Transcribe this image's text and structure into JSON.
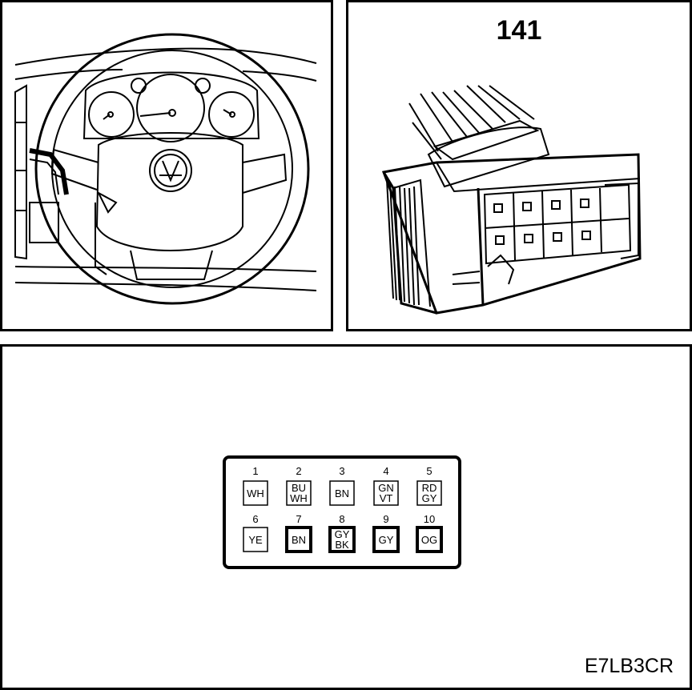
{
  "connector": {
    "number": "141"
  },
  "figure_code": "E7LB3CR",
  "pins": [
    {
      "num": "1",
      "colors": [
        "WH"
      ],
      "bold": false
    },
    {
      "num": "2",
      "colors": [
        "BU",
        "WH"
      ],
      "bold": false
    },
    {
      "num": "3",
      "colors": [
        "BN"
      ],
      "bold": false
    },
    {
      "num": "4",
      "colors": [
        "GN",
        "VT"
      ],
      "bold": false
    },
    {
      "num": "5",
      "colors": [
        "RD",
        "GY"
      ],
      "bold": false
    },
    {
      "num": "6",
      "colors": [
        "YE"
      ],
      "bold": false
    },
    {
      "num": "7",
      "colors": [
        "BN"
      ],
      "bold": true
    },
    {
      "num": "8",
      "colors": [
        "GY",
        "BK"
      ],
      "bold": true
    },
    {
      "num": "9",
      "colors": [
        "GY"
      ],
      "bold": true
    },
    {
      "num": "10",
      "colors": [
        "OG"
      ],
      "bold": true
    }
  ]
}
